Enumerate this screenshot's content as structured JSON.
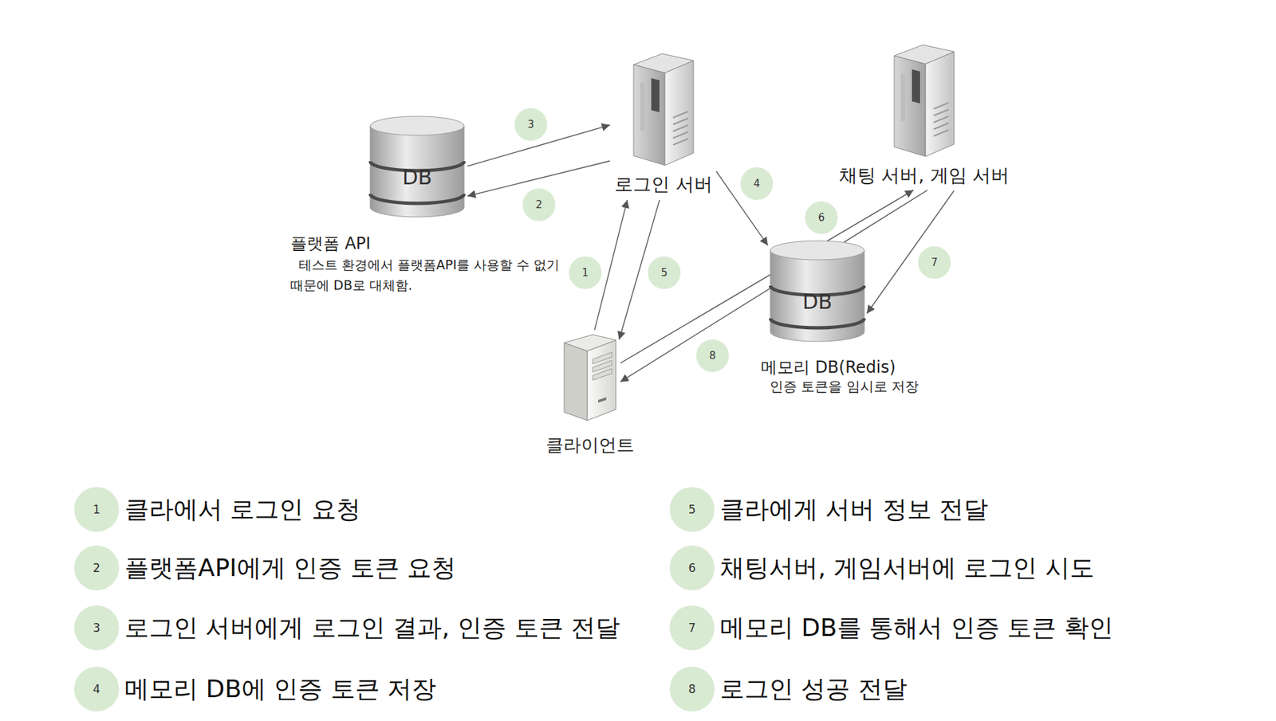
{
  "diagram": {
    "nodes": [
      {
        "text": [
          "로그인 서버"
        ]
      },
      {
        "text": [
          "채팅 서버, 게임 서버"
        ]
      },
      {
        "text": [
          "DB",
          "플랫폼 API",
          "테스트 환경에서 플랫폼API를 사용할 수 없기 때문에 DB로 대체함."
        ]
      },
      {
        "text": [
          "DB",
          "메모리 DB(Redis)",
          "인증 토큰을 임시로 저장"
        ]
      },
      {
        "text": [
          "클라이언트"
        ]
      },
      {
        "text": [
          "1",
          "클라에서 로그인 요청"
        ]
      },
      {
        "text": [
          "2",
          "플랫폼API에게 인증 토큰 요청"
        ]
      },
      {
        "text": [
          "3",
          "로그인 서버에게 로그인 결과, 인증 토큰 전달"
        ]
      },
      {
        "text": [
          "4",
          "메모리 DB에 인증 토큰 저장"
        ]
      },
      {
        "text": [
          "5",
          "클라에게 서버 정보 전달"
        ]
      },
      {
        "text": [
          "6",
          "채팅서버, 게임서버에 로그인 시도"
        ]
      },
      {
        "text": [
          "7",
          "메모리 DB를 통해서 인증 토큰 확인"
        ]
      },
      {
        "text": [
          "8",
          "로그인 성공 전달"
        ]
      }
    ],
    "edges": [
      {
        "from": 4,
        "to": 0,
        "label": "1",
        "arrow": "to"
      },
      {
        "from": 0,
        "to": 2,
        "label": "2",
        "arrow": "to"
      },
      {
        "from": 2,
        "to": 0,
        "label": "3",
        "arrow": "to"
      },
      {
        "from": 0,
        "to": 3,
        "label": "4",
        "arrow": "to"
      },
      {
        "from": 0,
        "to": 4,
        "label": "5",
        "arrow": "to"
      },
      {
        "from": 4,
        "to": 1,
        "label": "6",
        "arrow": "to"
      },
      {
        "from": 1,
        "to": 3,
        "label": "7",
        "arrow": "to"
      },
      {
        "from": 1,
        "to": 4,
        "label": "8",
        "arrow": "to"
      }
    ]
  }
}
